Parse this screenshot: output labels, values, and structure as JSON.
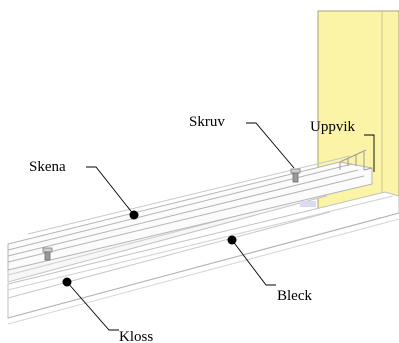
{
  "labels": {
    "skruv": "Skruv",
    "uppvik": "Uppvik",
    "skena": "Skena",
    "bleck": "Bleck",
    "kloss": "Kloss"
  },
  "colors": {
    "wall_fill": "#fbf3a6",
    "wall_stroke": "#a8a27a",
    "rail": "#b4b4b4",
    "plate_fill": "#ffffff",
    "leader": "#000000",
    "dot": "#000000"
  }
}
